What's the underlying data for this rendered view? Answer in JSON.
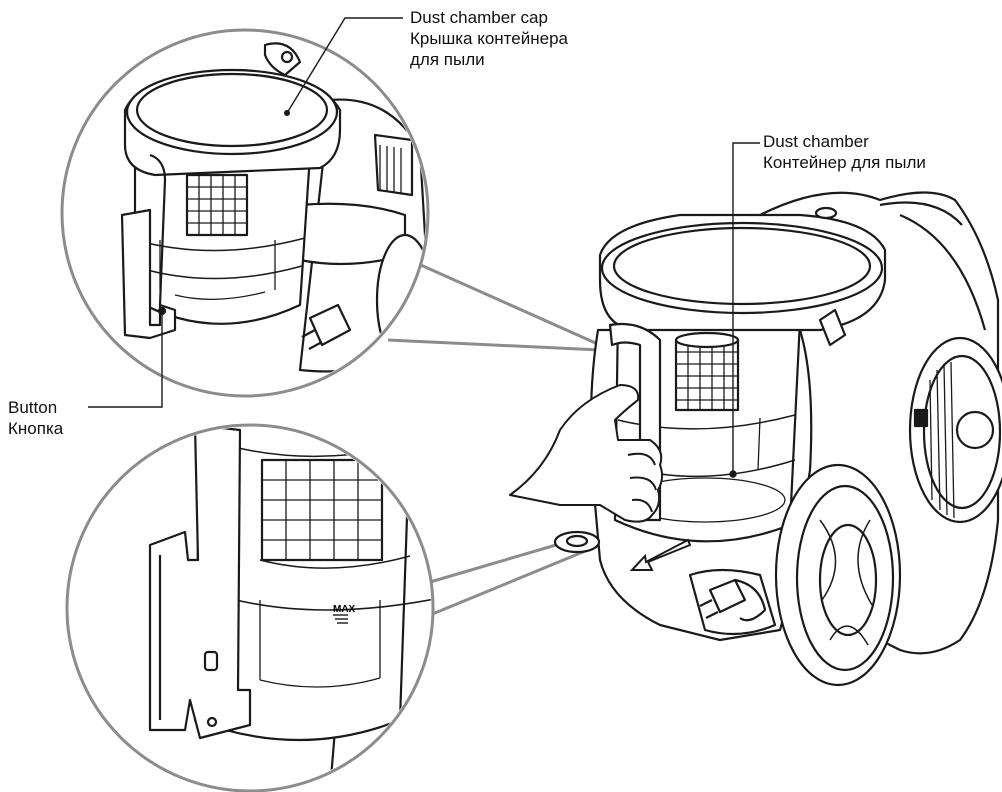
{
  "labels": {
    "dust_chamber_cap": {
      "en": "Dust chamber cap",
      "ru_line1": "Крышка контейнера",
      "ru_line2": "для пыли"
    },
    "dust_chamber": {
      "en": "Dust chamber",
      "ru": "Контейнер для пыли"
    },
    "button": {
      "en": "Button",
      "ru": "Кнопка"
    }
  },
  "max_mark": "MAX",
  "colors": {
    "line": "#1a1a1a",
    "callout_ring": "#8c8c8c",
    "background": "#ffffff"
  }
}
